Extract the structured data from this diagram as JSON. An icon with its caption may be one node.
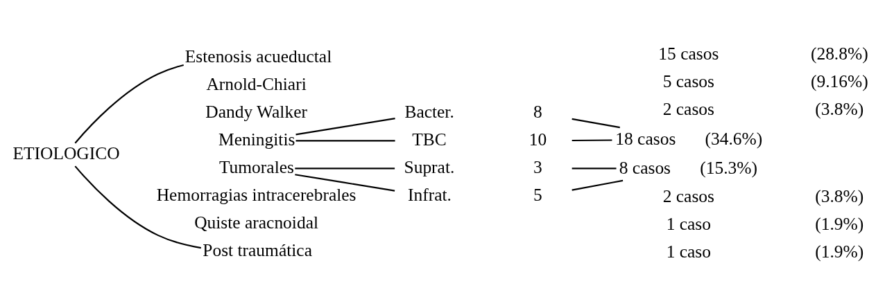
{
  "diagram": {
    "nodes": [
      {
        "text": [
          "ETIOLOGICO"
        ]
      },
      {
        "text": [
          "Estenosis acueductal"
        ]
      },
      {
        "text": [
          "Meningitis"
        ]
      },
      {
        "text": [
          "Bacter."
        ]
      },
      {
        "text": [
          "TBC"
        ]
      },
      {
        "text": [
          "8"
        ]
      },
      {
        "text": [
          "10"
        ]
      },
      {
        "text": [
          "18 casos"
        ],
        "beside": [
          "(34.6%)"
        ]
      },
      {
        "text": [
          "Tumorales"
        ]
      },
      {
        "text": [
          "Suprat."
        ]
      },
      {
        "text": [
          "Infrat."
        ]
      },
      {
        "text": [
          "3"
        ]
      },
      {
        "text": [
          "5"
        ]
      },
      {
        "text": [
          "8 casos"
        ],
        "beside": [
          "(15.3%)"
        ]
      },
      {
        "text": [
          "Post traumática"
        ]
      }
    ],
    "edges": [
      {
        "from": 0,
        "to": 1,
        "arrow": "none"
      },
      {
        "from": 0,
        "to": 14,
        "arrow": "none"
      },
      {
        "from": 2,
        "to": 3,
        "arrow": "none"
      },
      {
        "from": 2,
        "to": 4,
        "arrow": "none"
      },
      {
        "from": 5,
        "to": 7,
        "arrow": "none"
      },
      {
        "from": 6,
        "to": 7,
        "arrow": "none"
      },
      {
        "from": 8,
        "to": 9,
        "arrow": "none"
      },
      {
        "from": 8,
        "to": 10,
        "arrow": "none"
      },
      {
        "from": 11,
        "to": 13,
        "arrow": "none"
      },
      {
        "from": 12,
        "to": 13,
        "arrow": "none"
      }
    ],
    "labels": [
      "15 casos",
      "(28.8%)",
      "Arnold-Chiari",
      "5 casos",
      "(9.16%)",
      "Dandy Walker",
      "2 casos",
      "(3.8%)",
      "Hemorragias intracerebrales",
      "2 casos",
      "(3.8%)",
      "Quiste aracnoidal",
      "1 caso",
      "(1.9%)",
      "1 caso",
      "(1.9%)"
    ]
  }
}
